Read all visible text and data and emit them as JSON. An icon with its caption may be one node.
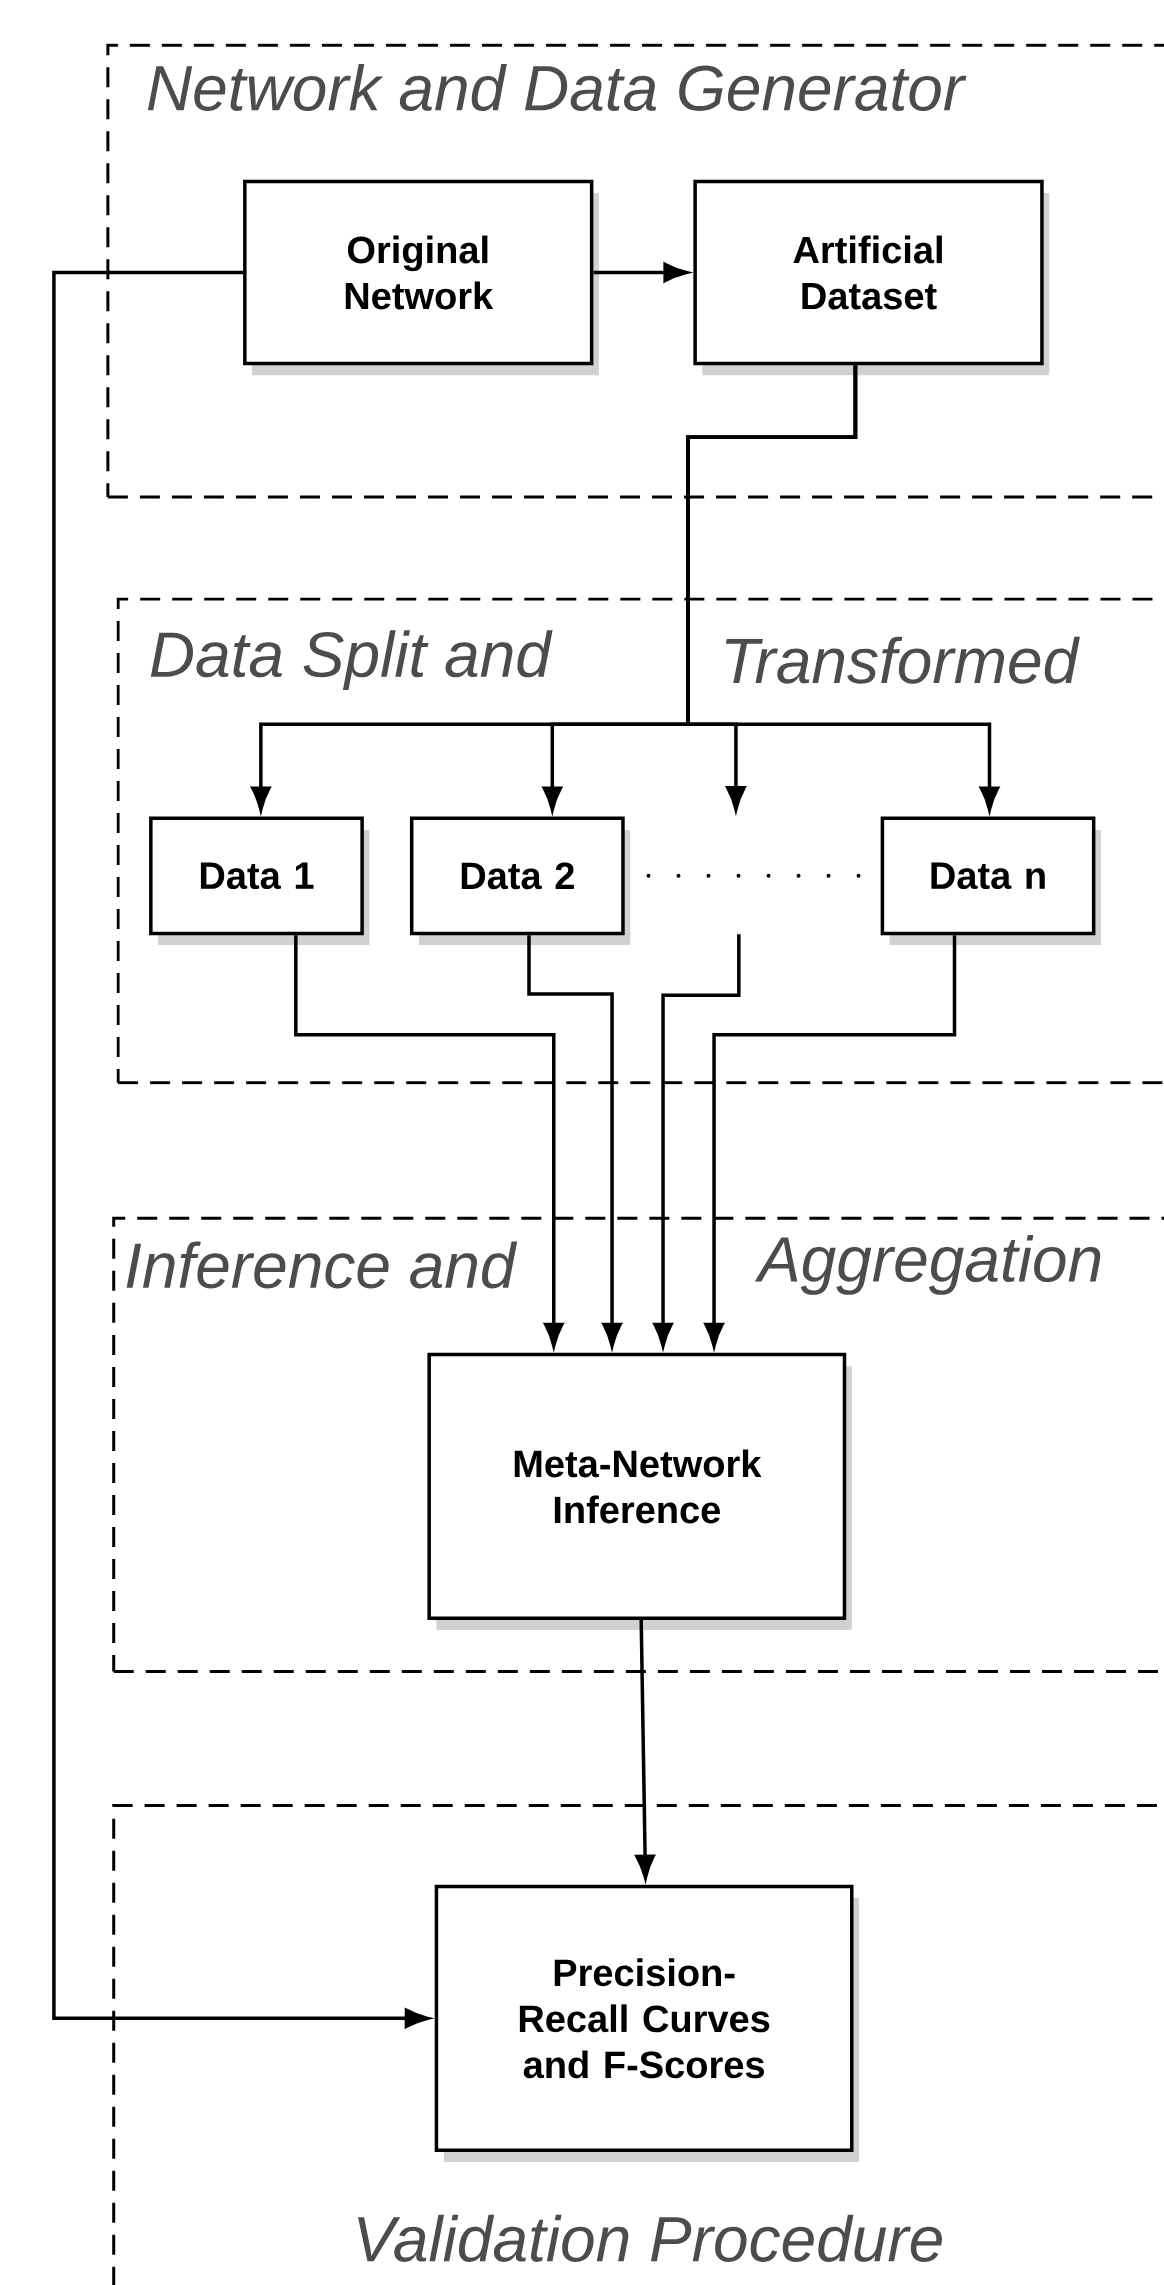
{
  "diagram": {
    "nodes": [
      {
        "text": [
          "Network and  Data Generator"
        ]
      },
      {
        "text": [
          "Original Network"
        ],
        "in": 0
      },
      {
        "text": [
          "Artificial Dataset"
        ],
        "in": 0
      },
      {
        "text": [
          "Data Split  and",
          "Transformed"
        ]
      },
      {
        "text": [
          "Data 1"
        ],
        "in": 3
      },
      {
        "text": [
          "Data 2"
        ],
        "in": 3
      },
      {
        "text": [
          "Data n"
        ],
        "in": 3
      },
      {
        "text": [
          "Inference and",
          "Aggregation"
        ]
      },
      {
        "text": [
          "Meta-Network Inference"
        ],
        "in": 7
      },
      {
        "text": [
          "Validation Procedure"
        ]
      },
      {
        "text": [
          "Precision-Recall Curves and F-Scores"
        ],
        "in": 9
      }
    ],
    "edges": [
      {
        "from": 1,
        "to": 2,
        "arrow": "to"
      },
      {
        "from": 2,
        "to": 4,
        "arrow": "to"
      },
      {
        "from": 2,
        "to": 5,
        "arrow": "to"
      },
      {
        "from": 2,
        "to": null,
        "arrow": "to"
      },
      {
        "from": 2,
        "to": 6,
        "arrow": "to"
      },
      {
        "from": 4,
        "to": 8,
        "arrow": "to"
      },
      {
        "from": 5,
        "to": 8,
        "arrow": "to"
      },
      {
        "from": null,
        "to": 8,
        "arrow": "to"
      },
      {
        "from": 6,
        "to": 8,
        "arrow": "to"
      },
      {
        "from": 8,
        "to": 10,
        "arrow": "to"
      },
      {
        "from": 1,
        "to": 10,
        "arrow": "to"
      }
    ]
  }
}
